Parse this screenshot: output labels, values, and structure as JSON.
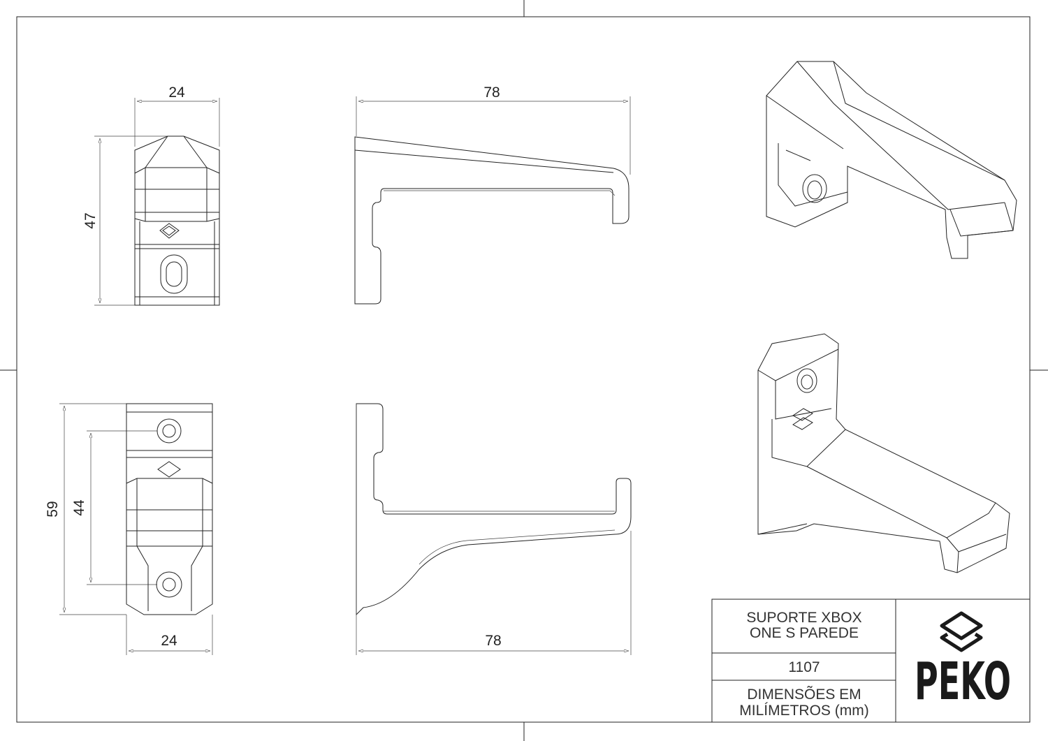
{
  "dimensions": {
    "top_view_width": "24",
    "top_view_height": "47",
    "top_side_length": "78",
    "bottom_view_height_total": "59",
    "bottom_view_hole_spacing": "44",
    "bottom_view_width": "24",
    "bottom_side_length": "78"
  },
  "title_block": {
    "title_line1": "SUPORTE XBOX",
    "title_line2": "ONE S PAREDE",
    "part_number": "1107",
    "units_line1": "DIMENSÕES EM",
    "units_line2": "MILÍMETROS (mm)",
    "logo_text": "PEKO"
  }
}
